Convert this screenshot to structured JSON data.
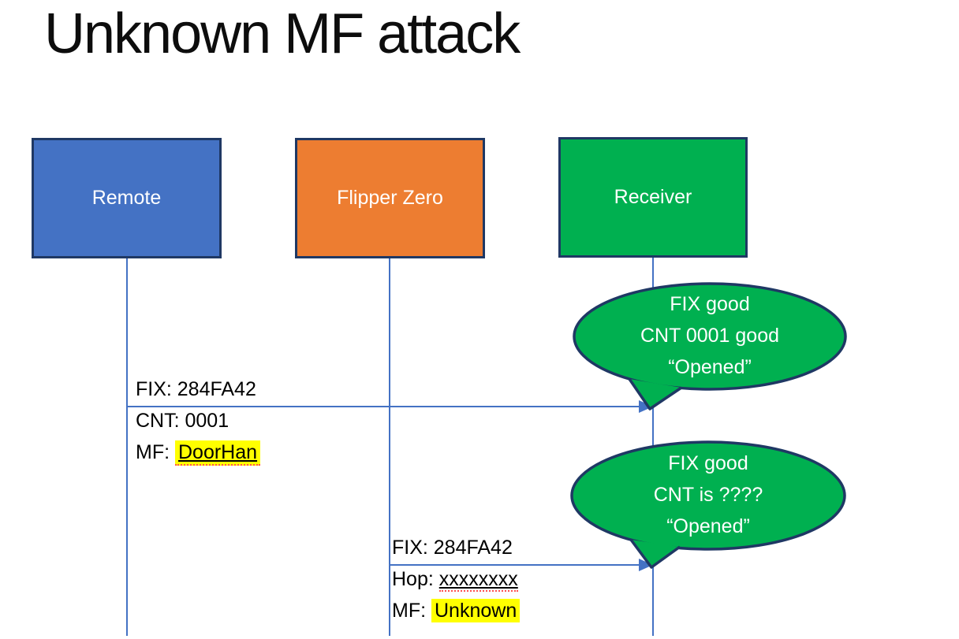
{
  "title": "Unknown MF attack",
  "actors": [
    {
      "id": "remote",
      "label": "Remote",
      "fill": "#4472C4"
    },
    {
      "id": "flipper",
      "label": "Flipper Zero",
      "fill": "#ED7D31"
    },
    {
      "id": "receiver",
      "label": "Receiver",
      "fill": "#00B050"
    }
  ],
  "colors": {
    "shape_border": "#1F3864",
    "connector_blue": "#4472C4",
    "callout_fill": "#00B050",
    "highlight_yellow": "#FFFF00",
    "spellcheck_red": "#FF5050",
    "message_text": "#000000",
    "label_text": "#FFFFFF"
  },
  "messages": [
    {
      "from": "Remote",
      "to": "Receiver",
      "line1": "FIX: 284FA42",
      "line2": "CNT: 0001",
      "line3_prefix": "MF: ",
      "line3_flagged": "DoorHan"
    },
    {
      "from": "Flipper Zero",
      "to": "Receiver",
      "line1": "FIX: 284FA42",
      "line2_prefix": "Hop: ",
      "line2_flagged": "xxxxxxxx",
      "line3_prefix": "MF: ",
      "line3_flagged": "Unknown"
    }
  ],
  "callouts": [
    {
      "speaker": "Receiver",
      "line1": "FIX good",
      "line2": "CNT 0001 good",
      "line3": "“Opened”"
    },
    {
      "speaker": "Receiver",
      "line1": "FIX good",
      "line2": "CNT is ????",
      "line3": "“Opened”"
    }
  ]
}
